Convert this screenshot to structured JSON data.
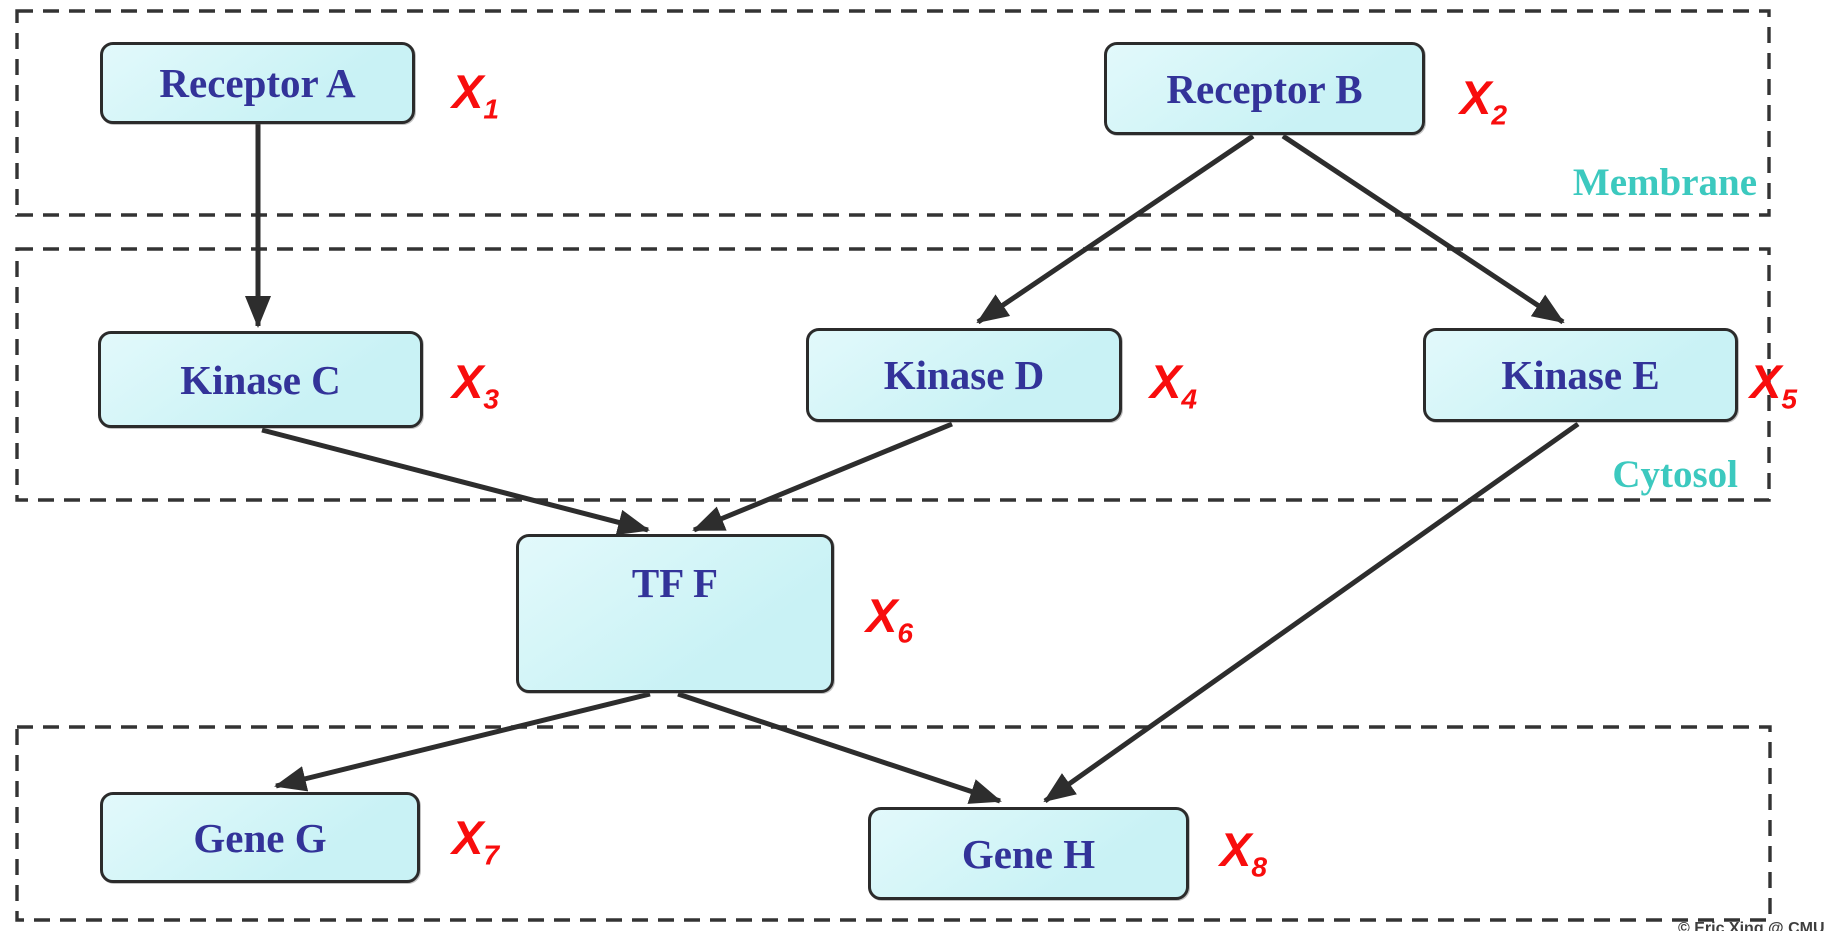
{
  "diagram": {
    "regions": [
      {
        "name": "membrane",
        "label": "Membrane"
      },
      {
        "name": "cytosol",
        "label": "Cytosol"
      },
      {
        "name": "genes",
        "label": ""
      }
    ],
    "nodes": [
      {
        "id": "receptor-a",
        "label": "Receptor A",
        "variable": {
          "sym": "X",
          "sub": "1"
        }
      },
      {
        "id": "receptor-b",
        "label": "Receptor B",
        "variable": {
          "sym": "X",
          "sub": "2"
        }
      },
      {
        "id": "kinase-c",
        "label": "Kinase C",
        "variable": {
          "sym": "X",
          "sub": "3"
        }
      },
      {
        "id": "kinase-d",
        "label": "Kinase D",
        "variable": {
          "sym": "X",
          "sub": "4"
        }
      },
      {
        "id": "kinase-e",
        "label": "Kinase E",
        "variable": {
          "sym": "X",
          "sub": "5"
        }
      },
      {
        "id": "tf-f",
        "label": "TF F",
        "variable": {
          "sym": "X",
          "sub": "6"
        }
      },
      {
        "id": "gene-g",
        "label": "Gene G",
        "variable": {
          "sym": "X",
          "sub": "7"
        }
      },
      {
        "id": "gene-h",
        "label": "Gene H",
        "variable": {
          "sym": "X",
          "sub": "8"
        }
      }
    ],
    "edges": [
      {
        "from": "Receptor A",
        "to": "Kinase C"
      },
      {
        "from": "Receptor B",
        "to": "Kinase D"
      },
      {
        "from": "Receptor B",
        "to": "Kinase E"
      },
      {
        "from": "Kinase C",
        "to": "TF F"
      },
      {
        "from": "Kinase D",
        "to": "TF F"
      },
      {
        "from": "Kinase E",
        "to": "Gene H"
      },
      {
        "from": "TF F",
        "to": "Gene G"
      },
      {
        "from": "TF F",
        "to": "Gene H"
      }
    ],
    "colors": {
      "node_fill": "#cdf4f6",
      "node_border": "#2b2b2b",
      "node_text": "#333399",
      "region_border": "#333333",
      "region_label": "#3cc9bf",
      "variable_label": "#f80d0d",
      "edge": "#2d2d2d",
      "background": "#ffffff"
    },
    "credit": "© Eric Xing @ CMU"
  }
}
